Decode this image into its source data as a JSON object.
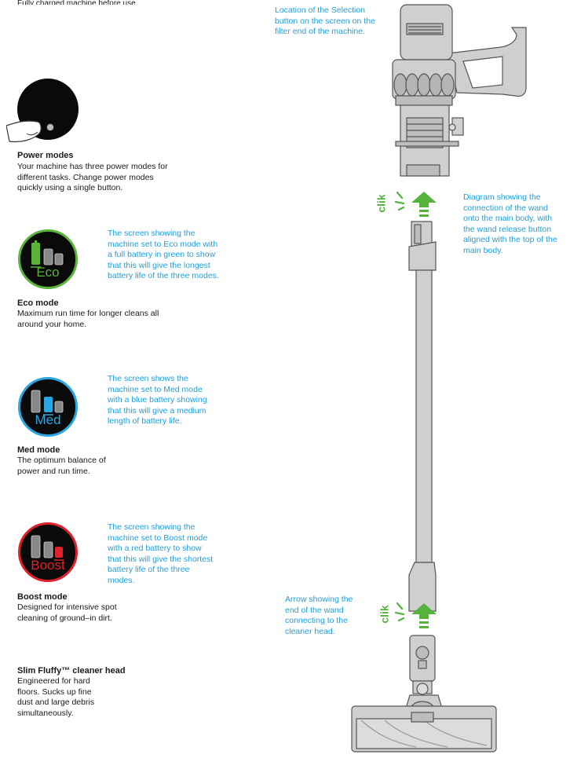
{
  "top_cut_text": "Fully charged machine before use",
  "power": {
    "title": "Power modes",
    "body": "Your machine has three power modes for different tasks. Change power modes quickly using a single button."
  },
  "eco": {
    "screen_label": "Eco",
    "title": "Eco mode",
    "body": "Maximum run time for longer cleans all around your home.",
    "note": "The screen showing the machine set to Eco mode with a full battery in green to show that this will give the longest battery life of the three modes.",
    "color": "#5ab33a"
  },
  "med": {
    "screen_label": "Med",
    "title": "Med mode",
    "body": "The optimum balance of power and run time.",
    "note": "The screen shows the machine set to Med mode with a blue battery showing that this will give a medium length of battery life.",
    "color": "#2aa6e0"
  },
  "boost": {
    "screen_label": "Boost",
    "title": "Boost mode",
    "body": "Designed for intensive spot cleaning of ground–in dirt.",
    "note": "The screen showing the machine set to Boost mode with a red battery to show that this will give the shortest battery life of the three modes.",
    "color": "#e0202a"
  },
  "cleaner_head": {
    "title": "Slim Fluffy™ cleaner head",
    "body": "Engineered for hard floors. Sucks up fine dust and large debris simultaneously."
  },
  "notes": {
    "selection_button": "Location of the Selection button on the screen on the filter end of the machine.",
    "wand_connection": "Diagram showing the connection of the wand onto the main body, with the wand release button aligned with the top of the main body.",
    "head_connection": "Arrow showing the end of the wand connecting to the cleaner head."
  },
  "clik_label": "clik",
  "colors": {
    "note_blue": "#1fa0dd",
    "arrow_green": "#55b33c",
    "body_grey": "#cfcfcf",
    "outline": "#555555"
  }
}
